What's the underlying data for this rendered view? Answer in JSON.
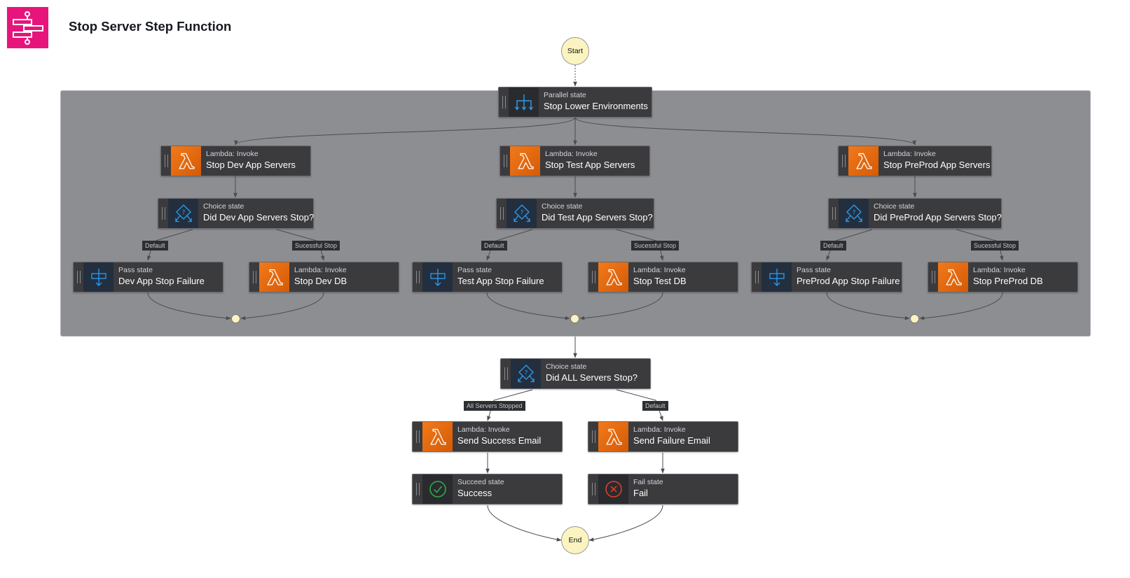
{
  "header": {
    "title": "Stop Server Step Function",
    "logo_icon": "step-functions-icon"
  },
  "colors": {
    "lambda": "#f2791a",
    "choice": "#1a8cff",
    "succeed": "#1d8102",
    "fail": "#d13212",
    "brand": "#e7157b",
    "start_end": "#fbf4c0"
  },
  "start": {
    "label": "Start"
  },
  "end": {
    "label": "End"
  },
  "parallel": {
    "kind": "Parallel state",
    "name": "Stop Lower Environments"
  },
  "branches": [
    {
      "invoke": {
        "kind": "Lambda: Invoke",
        "name": "Stop Dev App Servers"
      },
      "choice": {
        "kind": "Choice state",
        "name": "Did Dev App Servers Stop?"
      },
      "pass": {
        "kind": "Pass state",
        "name": "Dev App Stop Failure"
      },
      "db": {
        "kind": "Lambda: Invoke",
        "name": "Stop Dev DB"
      },
      "default_label": "Default",
      "success_label": "Sucessful Stop"
    },
    {
      "invoke": {
        "kind": "Lambda: Invoke",
        "name": "Stop Test App Servers"
      },
      "choice": {
        "kind": "Choice state",
        "name": "Did Test App Servers Stop?"
      },
      "pass": {
        "kind": "Pass state",
        "name": "Test App Stop Failure"
      },
      "db": {
        "kind": "Lambda: Invoke",
        "name": "Stop Test DB"
      },
      "default_label": "Default",
      "success_label": "Sucessful Stop"
    },
    {
      "invoke": {
        "kind": "Lambda: Invoke",
        "name": "Stop PreProd App Servers"
      },
      "choice": {
        "kind": "Choice state",
        "name": "Did PreProd App Servers Stop?"
      },
      "pass": {
        "kind": "Pass state",
        "name": "PreProd App Stop Failure"
      },
      "db": {
        "kind": "Lambda: Invoke",
        "name": "Stop PreProd DB"
      },
      "default_label": "Default",
      "success_label": "Sucessful Stop"
    }
  ],
  "final_choice": {
    "kind": "Choice state",
    "name": "Did ALL Servers Stop?",
    "all_label": "All Servers Stopped",
    "default_label": "Default"
  },
  "success_email": {
    "kind": "Lambda: Invoke",
    "name": "Send Success Email"
  },
  "failure_email": {
    "kind": "Lambda: Invoke",
    "name": "Send Failure Email"
  },
  "succeed": {
    "kind": "Succeed state",
    "name": "Success"
  },
  "fail": {
    "kind": "Fail state",
    "name": "Fail"
  }
}
